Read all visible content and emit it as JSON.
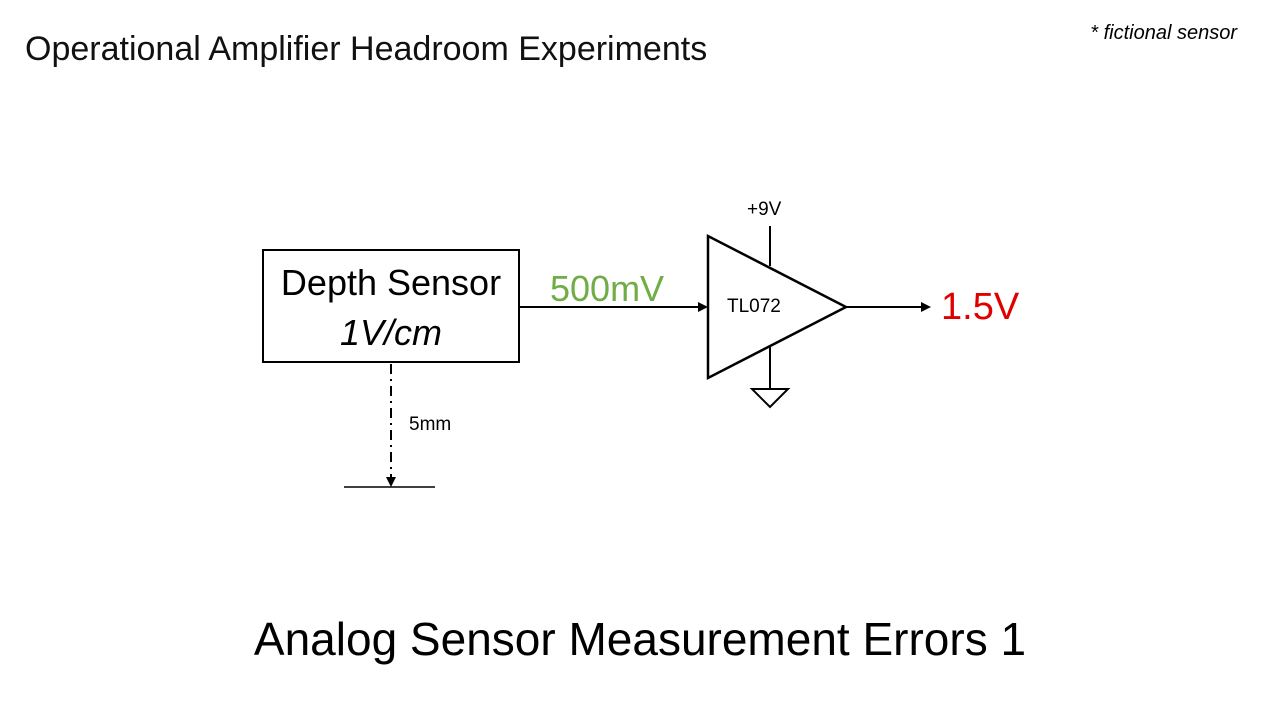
{
  "slide": {
    "title": "Operational Amplifier Headroom Experiments",
    "footnote": "* fictional sensor",
    "bottom_title": "Analog Sensor Measurement Errors 1"
  },
  "sensor": {
    "name": "Depth Sensor",
    "spec": "1V/cm",
    "distance_label": "5mm"
  },
  "signals": {
    "input_voltage": "500mV",
    "output_voltage": "1.5V",
    "supply_voltage": "+9V"
  },
  "opamp": {
    "part": "TL072"
  },
  "colors": {
    "input_voltage": "#70ad47",
    "output_voltage": "#e00000",
    "wire": "#000000"
  }
}
